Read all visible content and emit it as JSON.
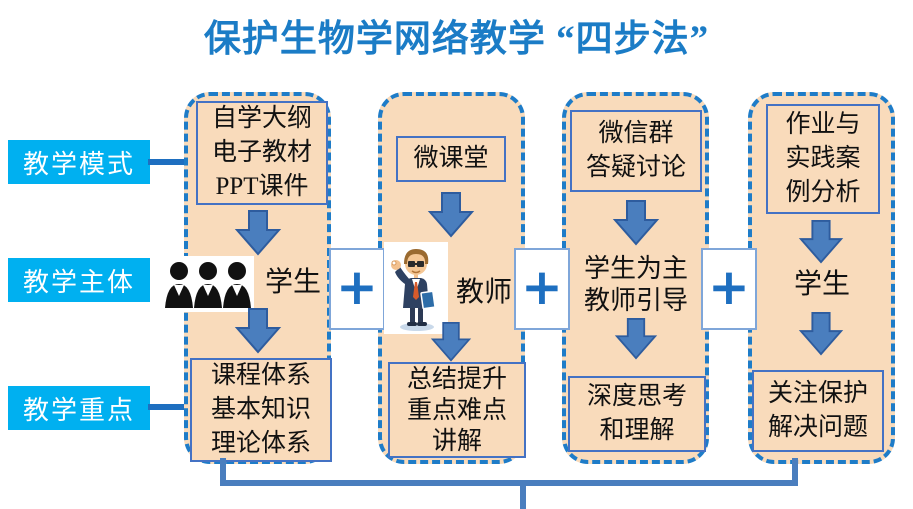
{
  "title": "保护生物学网络教学 “四步法”",
  "row_labels": {
    "mode": "教学模式",
    "subject": "教学主体",
    "focus": "教学重点"
  },
  "plus_symbol": "+",
  "columns": [
    {
      "top_box": "自学大纲\n电子教材\nPPT课件",
      "subject": "学生",
      "icon": "students-icon",
      "bottom_box": "课程体系\n基本知识\n理论体系"
    },
    {
      "top_box": "微课堂",
      "subject": "教师",
      "icon": "teacher-icon",
      "bottom_box": "总结提升\n重点难点\n讲解"
    },
    {
      "top_box": "微信群\n答疑讨论",
      "subject": "学生为主\n教师引导",
      "icon": "",
      "bottom_box": "深度思考\n和理解"
    },
    {
      "top_box": "作业与\n实践案\n例分析",
      "subject": "学生",
      "icon": "",
      "bottom_box": "关注保护\n解决问题"
    }
  ],
  "colors": {
    "title": "#1B7CC6",
    "label_bg": "#00B0F0",
    "column_fill": "#F9DBBB",
    "column_border": "#1E7CC8",
    "box_border": "#4472C4",
    "arrow_fill": "#4A7EBE",
    "arrow_stroke": "#2E5C9E",
    "plus": "#1E6FC0",
    "bracket": "#4A7EBE"
  }
}
